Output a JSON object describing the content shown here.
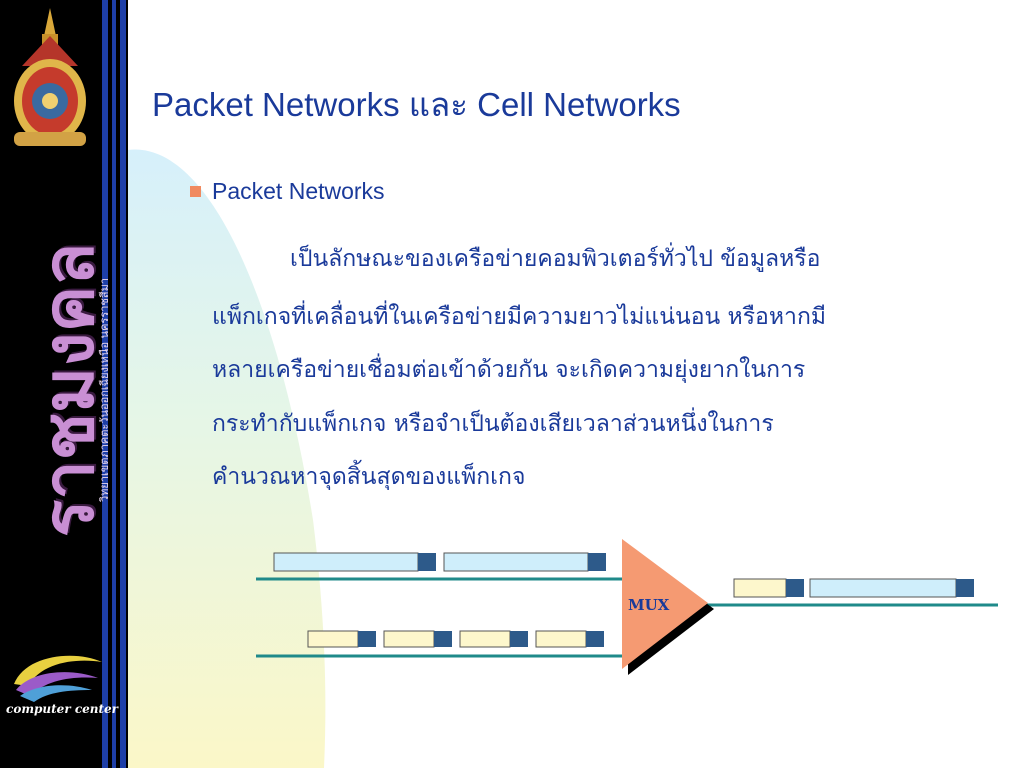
{
  "title": "Packet Networks และ Cell Networks",
  "bullet": "Packet Networks",
  "body_lines": [
    "เป็นลักษณะของเครือข่ายคอมพิวเตอร์ทั่วไป  ข้อมูลหรือ",
    "แพ็กเกจที่เคลื่อนที่ในเครือข่ายมีความยาวไม่แน่นอน หรือหากมี",
    "หลายเครือข่ายเชื่อมต่อเข้าด้วยกัน   จะเกิดความยุ่งยากในการ",
    "กระทำกับแพ็กเกจ        หรือจำเป็นต้องเสียเวลาส่วนหนึ่งในการ",
    "คำนวณหาจุดสิ้นสุดของแพ็กเกจ"
  ],
  "diagram": {
    "mux_label": "MUX"
  },
  "sidebar": {
    "vertical_title": "ราชมงคล",
    "vertical_subtitle": "วิทยาเขตภาคตะวันออกเฉียงเหนือ นครราชสีมา",
    "logo_text": "computer center"
  },
  "colors": {
    "title": "#1a3a9a",
    "bullet": "#f08a60",
    "mux_fill": "#f59a72",
    "line": "#1f8a8a",
    "packet_fill": "#cfeefb",
    "cell_fill": "#fdf7cc",
    "header_block": "#2d5a8a"
  }
}
